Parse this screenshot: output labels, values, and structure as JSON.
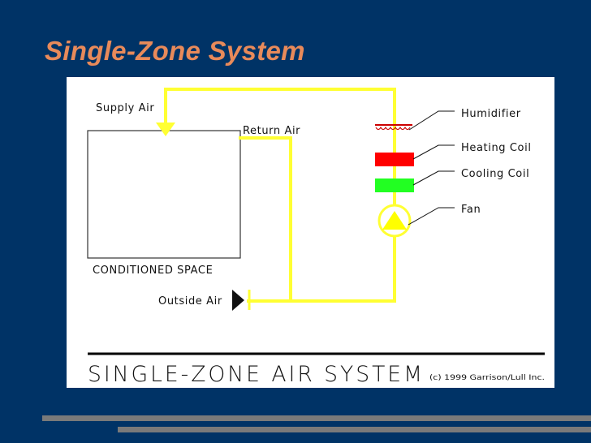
{
  "slide": {
    "title": "Single-Zone System"
  },
  "diagram": {
    "labels": {
      "supply_air": "Supply Air",
      "return_air": "Return Air",
      "conditioned_space": "CONDITIONED SPACE",
      "outside_air": "Outside Air",
      "humidifier": "Humidifier",
      "heating_coil": "Heating Coil",
      "cooling_coil": "Cooling Coil",
      "fan": "Fan"
    },
    "caption": "SINGLE-ZONE AIR SYSTEM",
    "copyright": "(c) 1999 Garrison/Lull Inc.",
    "colors": {
      "duct": "#ffff33",
      "heating_coil": "#ff0000",
      "cooling_coil": "#22ff22",
      "fan": "#ffff00",
      "humidifier": "#cc0000"
    }
  }
}
